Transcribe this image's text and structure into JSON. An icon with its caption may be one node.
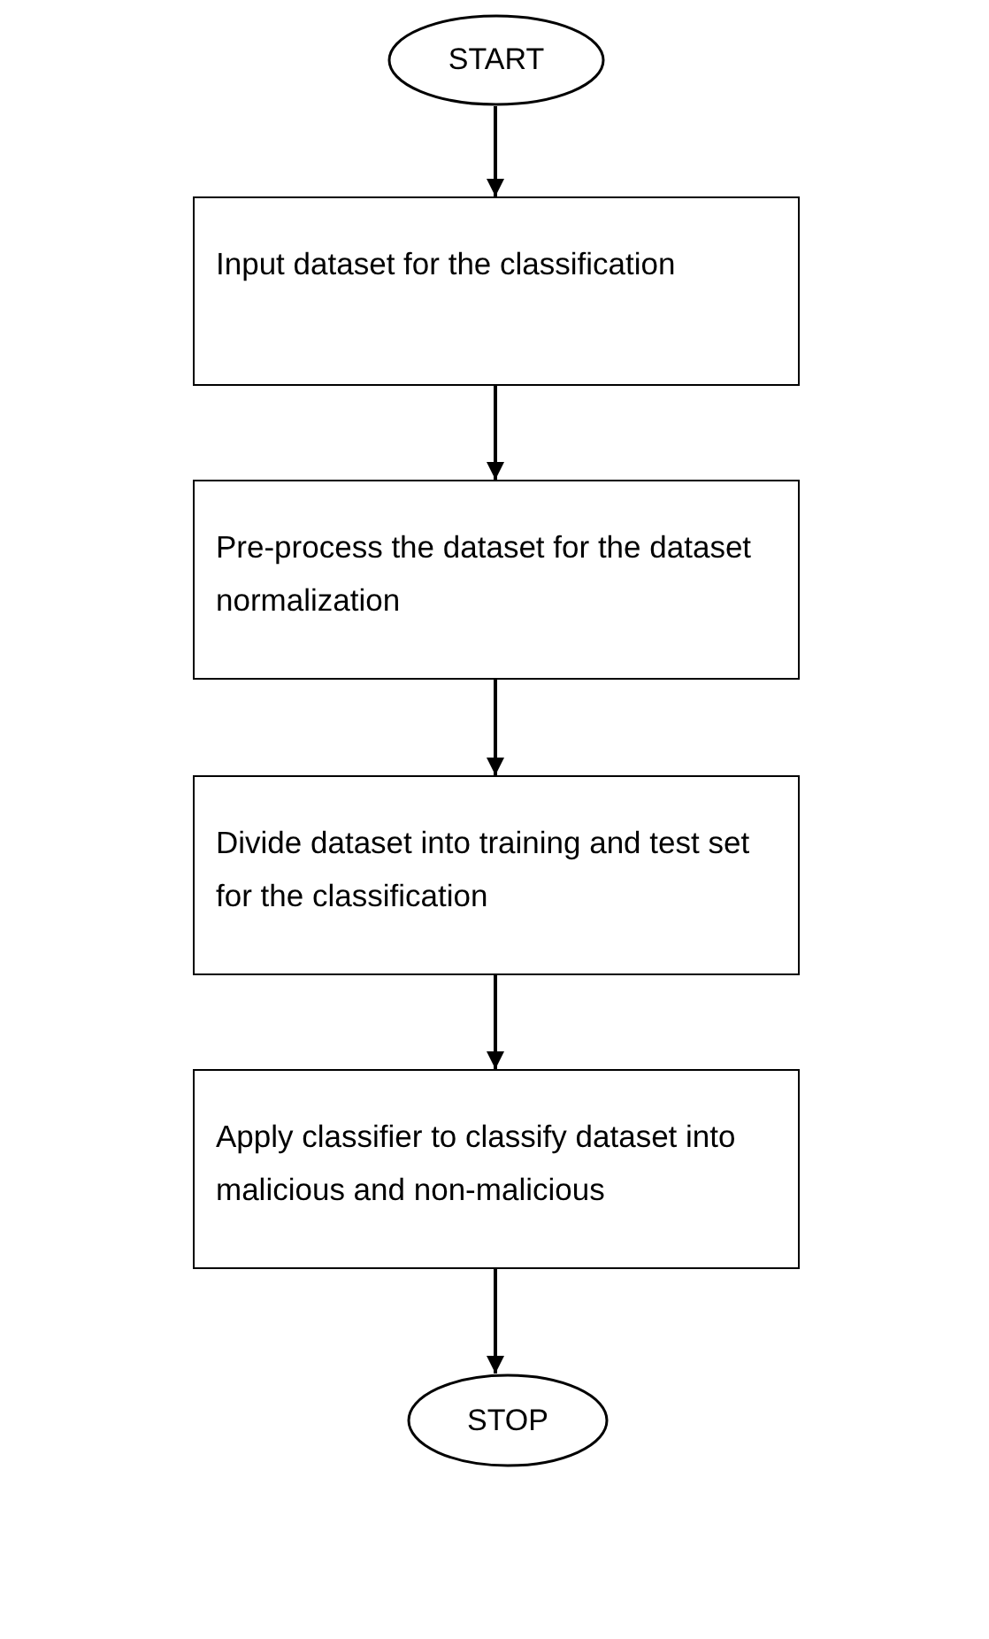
{
  "diagram": {
    "nodes": [
      {
        "text": [
          "START"
        ]
      },
      {
        "text": [
          "Input dataset for the classification"
        ]
      },
      {
        "text": [
          "Pre-process the dataset for the dataset normalization"
        ]
      },
      {
        "text": [
          "Divide dataset into training and test set for the classification"
        ]
      },
      {
        "text": [
          "Apply classifier to classify dataset into malicious and non-malicious"
        ]
      },
      {
        "text": [
          "STOP"
        ]
      }
    ],
    "edges": [
      {
        "from": 0,
        "to": 1,
        "arrow": "to"
      },
      {
        "from": 1,
        "to": 2,
        "arrow": "to"
      },
      {
        "from": 2,
        "to": 3,
        "arrow": "to"
      },
      {
        "from": 3,
        "to": 4,
        "arrow": "to"
      },
      {
        "from": 4,
        "to": 5,
        "arrow": "to"
      }
    ]
  }
}
